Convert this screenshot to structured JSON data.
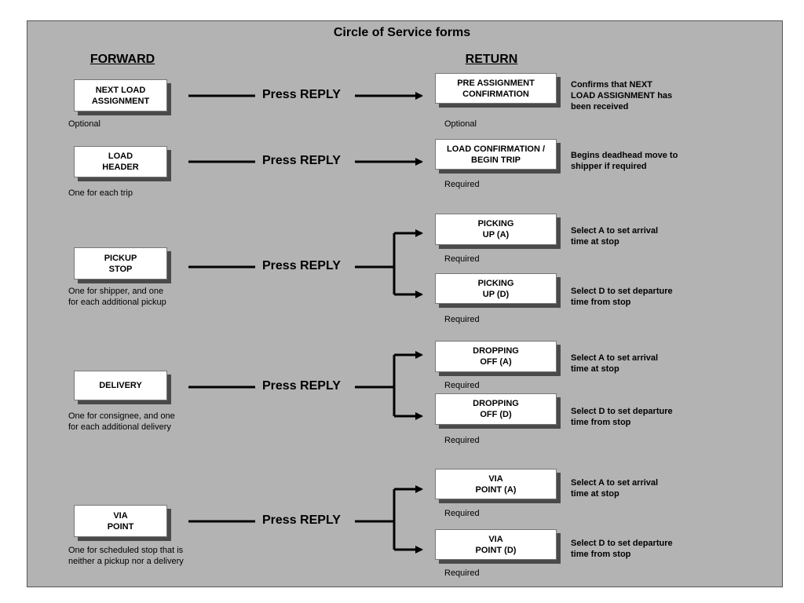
{
  "title": "Circle of Service forms",
  "forward_header": "FORWARD",
  "return_header": "RETURN",
  "press_label": "Press REPLY",
  "rows": [
    {
      "forward": "NEXT LOAD\nASSIGNMENT",
      "forward_note": "Optional",
      "returns": [
        {
          "label": "PRE ASSIGNMENT\nCONFIRMATION",
          "note": "Optional",
          "desc": "Confirms that NEXT\nLOAD ASSIGNMENT has\nbeen received"
        }
      ]
    },
    {
      "forward": "LOAD\nHEADER",
      "forward_note": "One for each trip",
      "returns": [
        {
          "label": "LOAD CONFIRMATION /\nBEGIN TRIP",
          "note": "Required",
          "desc": "Begins deadhead move to\nshipper if required"
        }
      ]
    },
    {
      "forward": "PICKUP\nSTOP",
      "forward_note": "One for shipper, and one\nfor each additional pickup",
      "returns": [
        {
          "label": "PICKING\nUP (A)",
          "note": "Required",
          "desc": "Select A to set arrival\ntime at stop"
        },
        {
          "label": "PICKING\nUP (D)",
          "note": "Required",
          "desc": "Select D to set departure\ntime from stop"
        }
      ]
    },
    {
      "forward": "DELIVERY",
      "forward_note": "One for consignee, and one\nfor each additional delivery",
      "returns": [
        {
          "label": "DROPPING\nOFF (A)",
          "note": "Required",
          "desc": "Select A to set arrival\ntime at stop"
        },
        {
          "label": "DROPPING\nOFF (D)",
          "note": "Required",
          "desc": "Select D to set departure\ntime from stop"
        }
      ]
    },
    {
      "forward": "VIA\nPOINT",
      "forward_note": "One for scheduled stop that is\nneither a pickup nor a delivery",
      "returns": [
        {
          "label": "VIA\nPOINT (A)",
          "note": "Required",
          "desc": "Select A to set arrival\ntime at stop"
        },
        {
          "label": "VIA\nPOINT (D)",
          "note": "Required",
          "desc": "Select D to set departure\ntime from stop"
        }
      ]
    }
  ]
}
